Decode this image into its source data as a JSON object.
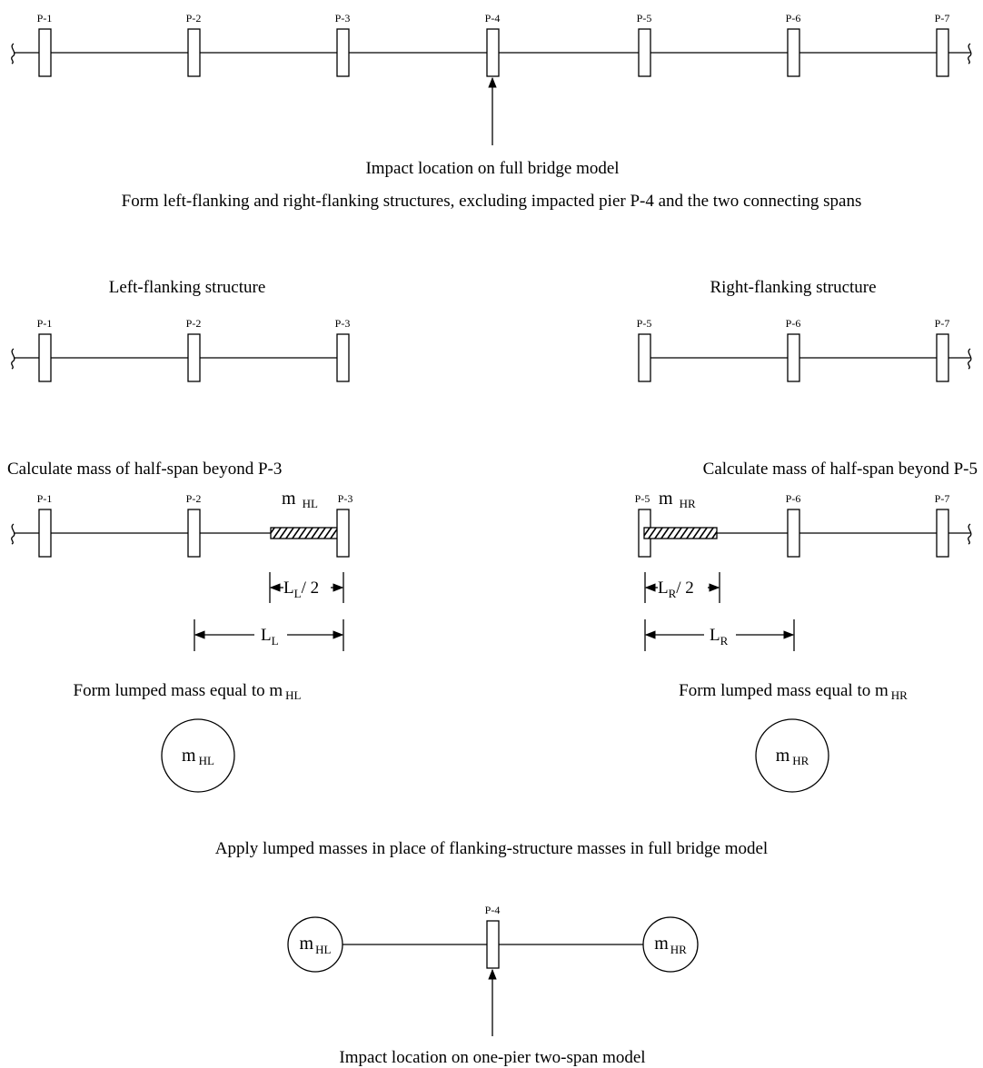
{
  "section1": {
    "piers": [
      "P-1",
      "P-2",
      "P-3",
      "P-4",
      "P-5",
      "P-6",
      "P-7"
    ],
    "impact_caption": "Impact location on full bridge model",
    "step_caption": "Form left-flanking and right-flanking structures, excluding impacted pier P-4 and the two connecting spans"
  },
  "left": {
    "title": "Left-flanking structure",
    "piers": [
      "P-1",
      "P-2",
      "P-3"
    ],
    "calc_caption": "Calculate mass of half-span beyond P-3",
    "mass_m": "m",
    "mass_sub": "HL",
    "dim_half_L": "L",
    "dim_half_sub": "L",
    "dim_half_rest": "/ 2",
    "dim_full_L": "L",
    "dim_full_sub": "L",
    "lump_caption": "Form lumped mass equal to m",
    "lump_caption_sub": "HL",
    "circle_m": "m",
    "circle_sub": "HL"
  },
  "right": {
    "title": "Right-flanking structure",
    "piers": [
      "P-5",
      "P-6",
      "P-7"
    ],
    "calc_caption": "Calculate mass of half-span beyond P-5",
    "mass_m": "m",
    "mass_sub": "HR",
    "dim_half_L": "L",
    "dim_half_sub": "R",
    "dim_half_rest": "/ 2",
    "dim_full_L": "L",
    "dim_full_sub": "R",
    "lump_caption": "Form lumped mass equal to m",
    "lump_caption_sub": "HR",
    "circle_m": "m",
    "circle_sub": "HR"
  },
  "final": {
    "apply_caption": "Apply lumped masses in place of flanking-structure masses in full bridge model",
    "pier": "P-4",
    "left_m": "m",
    "left_sub": "HL",
    "right_m": "m",
    "right_sub": "HR",
    "impact_caption": "Impact location on one-pier two-span model"
  }
}
